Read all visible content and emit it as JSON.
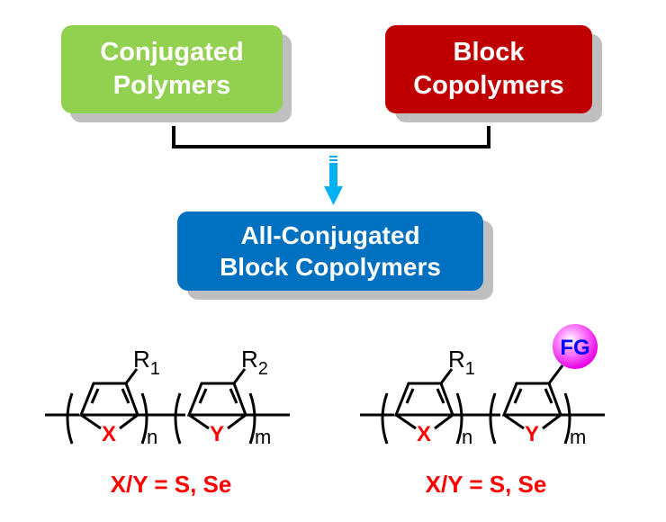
{
  "boxes": {
    "conjugated": {
      "line1": "Conjugated",
      "line2": "Polymers",
      "color": "#92d050"
    },
    "block": {
      "line1": "Block",
      "line2": "Copolymers",
      "color": "#c00000"
    },
    "result": {
      "line1": "All-Conjugated",
      "line2": "Block Copolymers",
      "color": "#0070c0"
    }
  },
  "arrow": {
    "color": "#00b0f0",
    "icon": "down-arrow-icon"
  },
  "structures": [
    {
      "substituent_1": "R",
      "substituent_1_sub": "1",
      "substituent_2": "R",
      "substituent_2_sub": "2",
      "heteroatom_1": "X",
      "heteroatom_2": "Y",
      "repeat_1": "n",
      "repeat_2": "m",
      "caption": "X/Y = S, Se"
    },
    {
      "substituent_1": "R",
      "substituent_1_sub": "1",
      "functional_group": "FG",
      "heteroatom_1": "X",
      "heteroatom_2": "Y",
      "repeat_1": "n",
      "repeat_2": "m",
      "caption": "X/Y = S, Se"
    }
  ],
  "colors": {
    "heteroatom": "#ff0000",
    "fg_text": "#0000ff",
    "fg_ball": "#ff33ff"
  }
}
